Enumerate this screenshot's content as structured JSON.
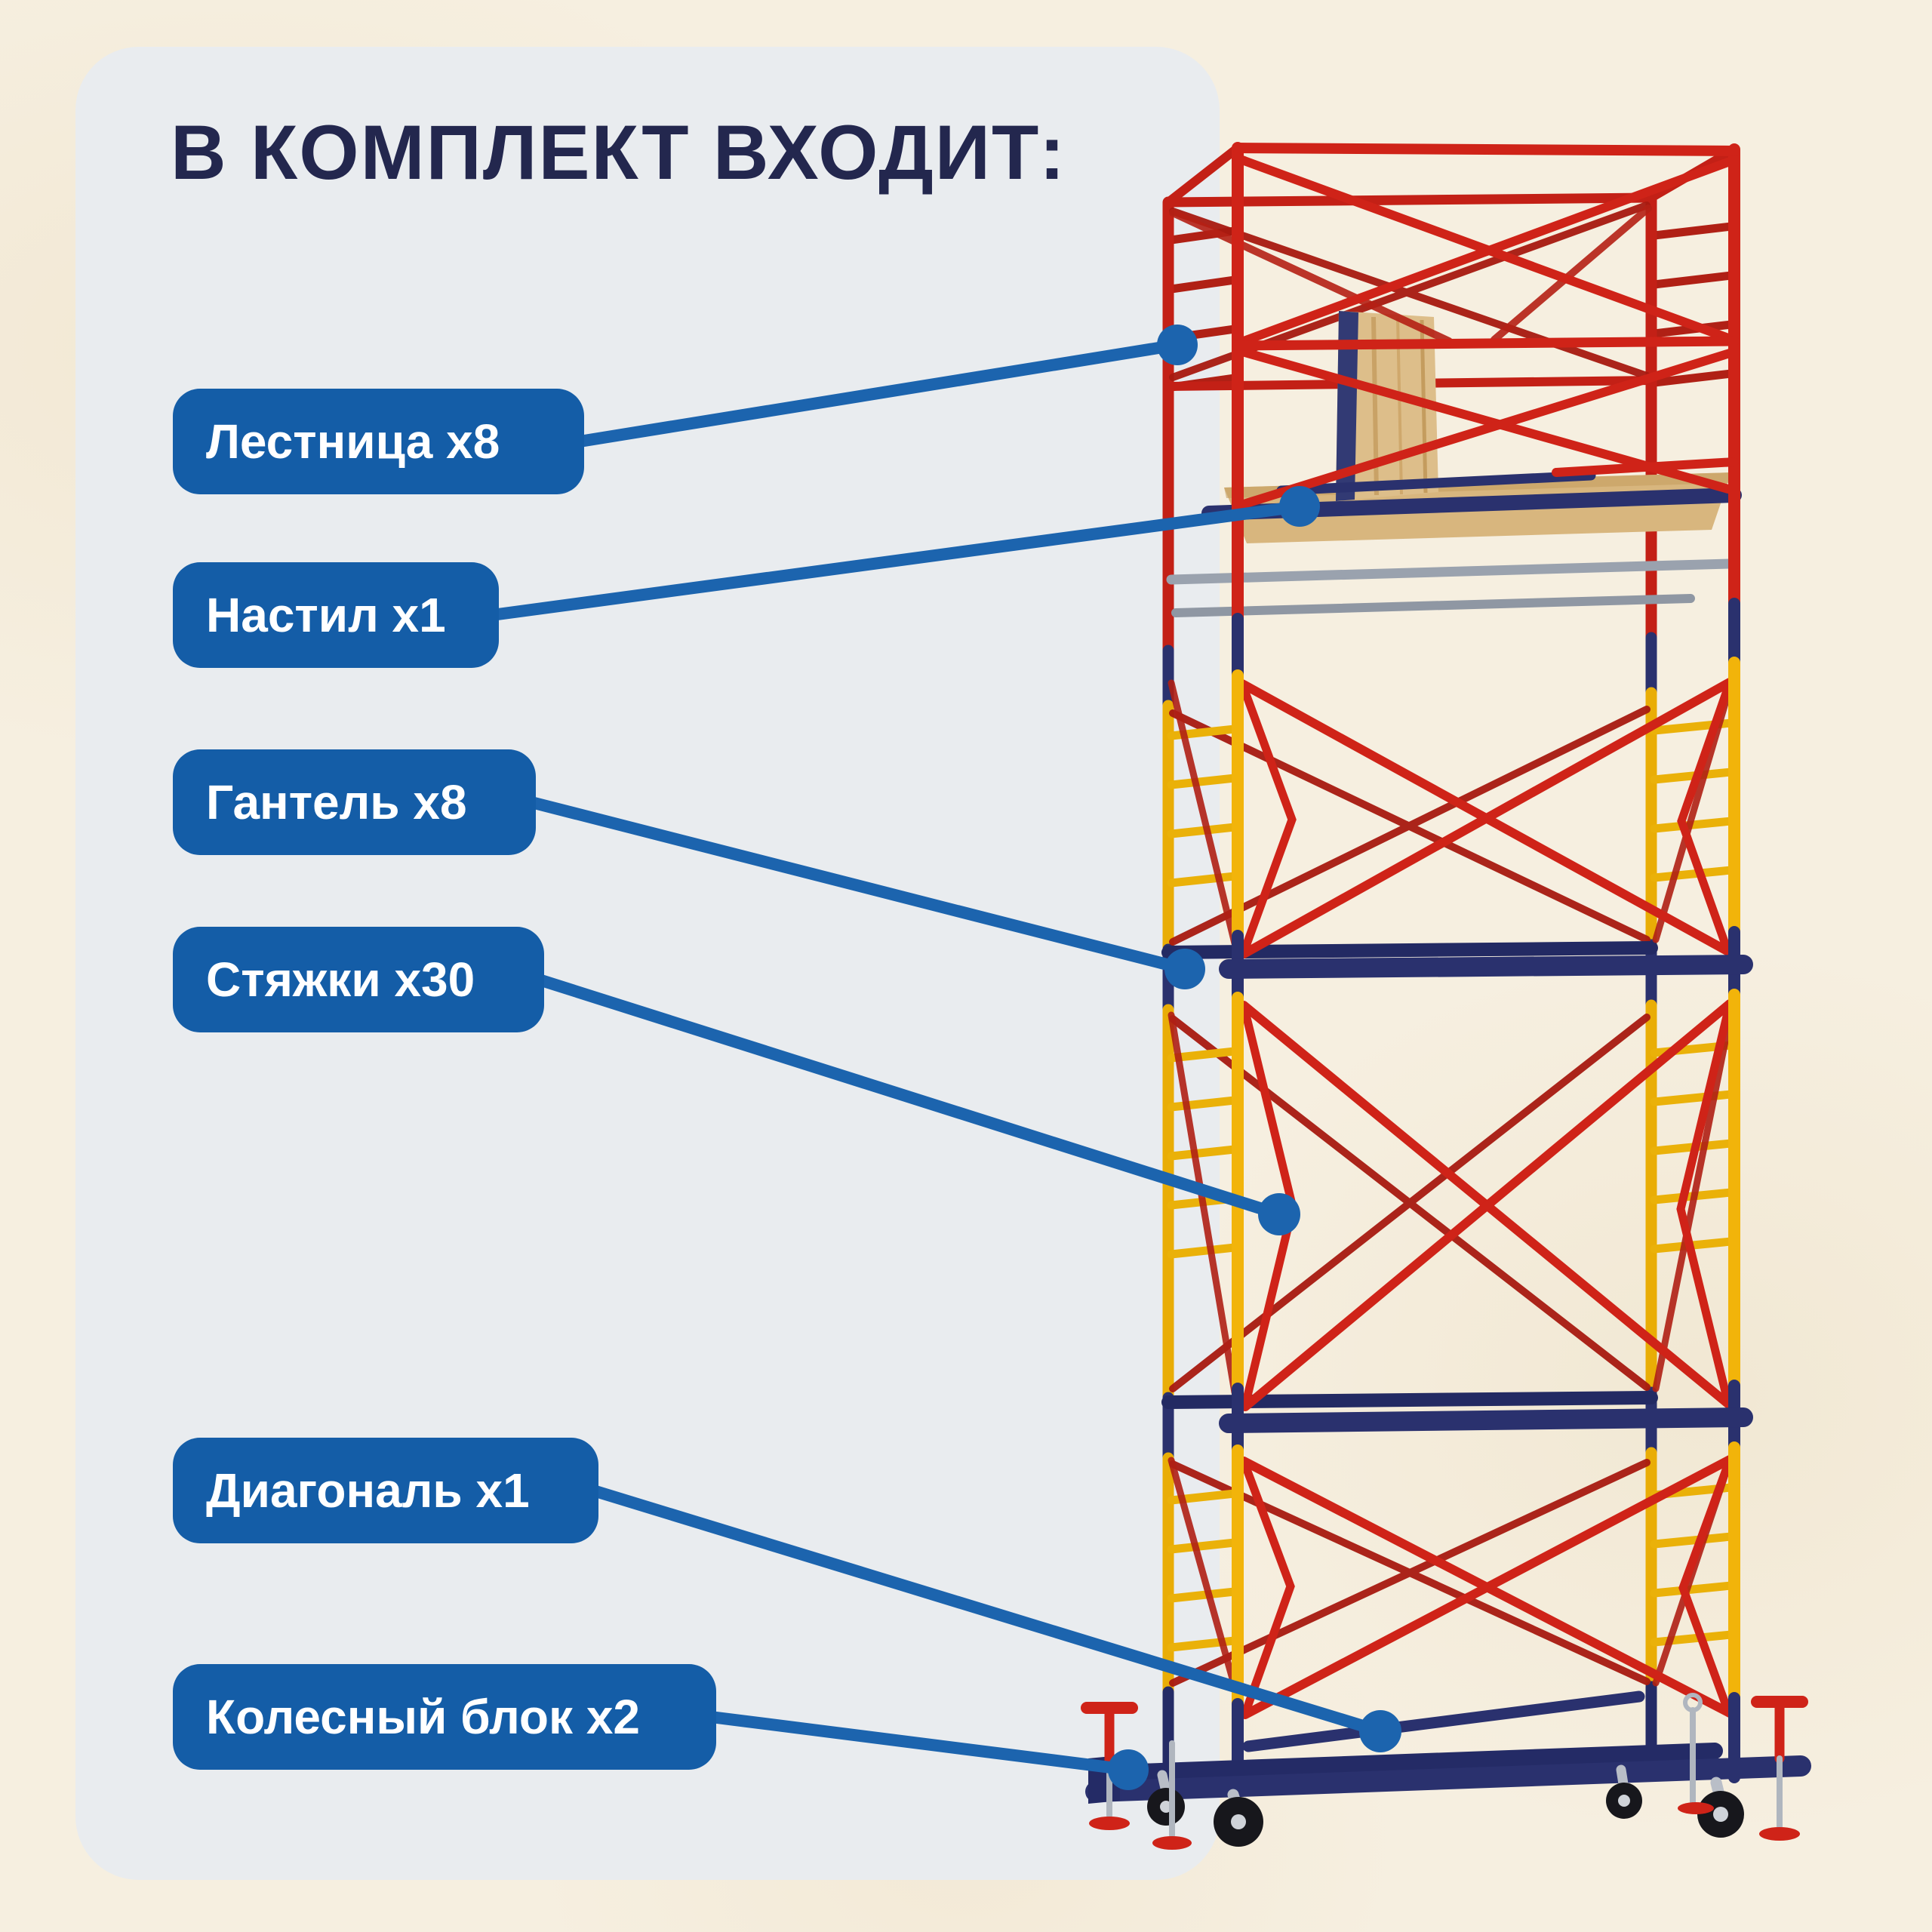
{
  "title": "В КОМПЛЕКТ ВХОДИТ:",
  "labels": [
    {
      "item": "Лестница",
      "qty": "x8",
      "text": "Лестница x8"
    },
    {
      "item": "Настил",
      "qty": "x1",
      "text": "Настил x1"
    },
    {
      "item": "Гантель",
      "qty": "x8",
      "text": "Гантель x8"
    },
    {
      "item": "Стяжки",
      "qty": "x30",
      "text": "Стяжки x30"
    },
    {
      "item": "Диагональ",
      "qty": "x1",
      "text": "Диагональ x1"
    },
    {
      "item": "Колесный блок",
      "qty": "x2",
      "text": "Колесный блок x2"
    }
  ],
  "colors": {
    "background": "#f6efe0",
    "panel": "#e9ecef",
    "title_text": "#23274e",
    "label_pill": "#145da7",
    "label_text": "#ffffff",
    "callout_line": "#1c64ae",
    "scaffold_red": "#cf2318",
    "scaffold_red_dark": "#a81a10",
    "scaffold_yellow": "#f2b40a",
    "scaffold_navy": "#2a316e",
    "steel_gray": "#9aa2ae",
    "deck_wood": "#d8b67e"
  },
  "illustration": {
    "type": "scaffold-tower-photo"
  }
}
